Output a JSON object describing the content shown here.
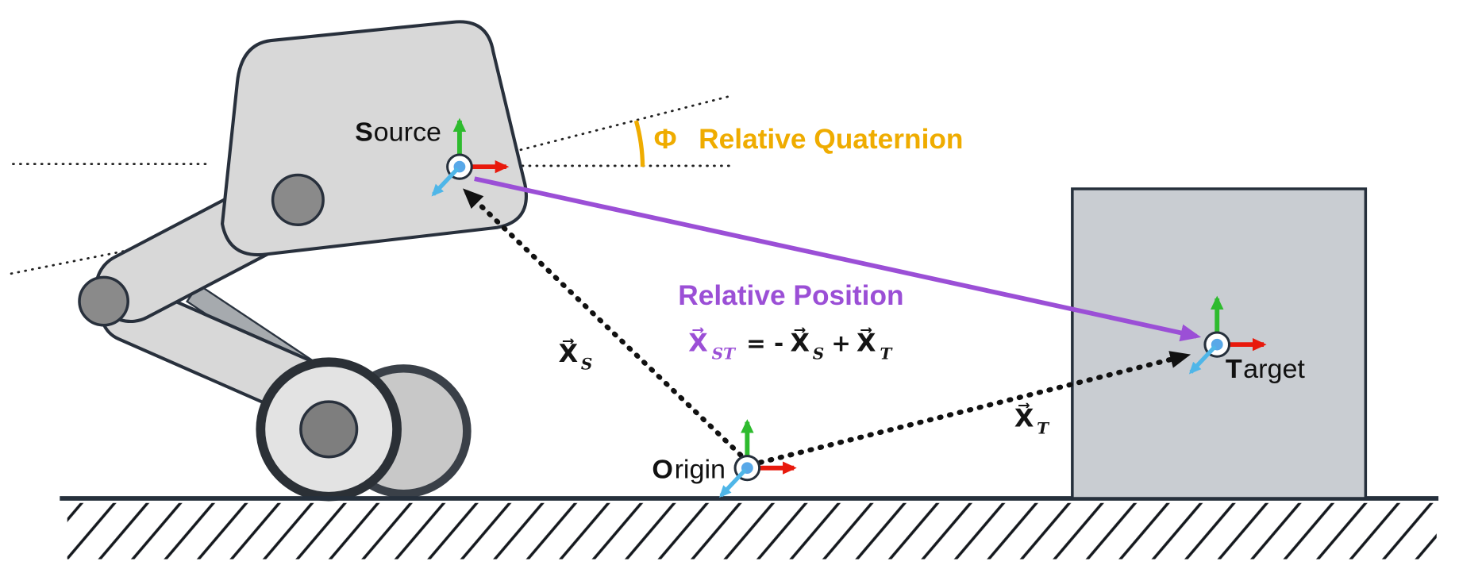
{
  "background": "#ffffff",
  "colors": {
    "axis_green": "#2EBB2E",
    "axis_red": "#E8190C",
    "axis_cyan": "#4FB6E8",
    "frame_dot_blue": "#59A8E8",
    "relative_position_purple": "#9B4FD6",
    "quaternion_gold": "#EFAC00",
    "outline_dark": "#26303C",
    "robot_gray": "#D8D8D8",
    "joint_gray": "#8A8A8A",
    "target_box_gray": "#C9CDD2",
    "ink": "#151515"
  },
  "frames": {
    "source": {
      "initial": "S",
      "rest": "ource"
    },
    "origin": {
      "initial": "O",
      "rest": "rigin"
    },
    "target": {
      "initial": "T",
      "rest": "arget"
    }
  },
  "annotations": {
    "phi": "Φ",
    "relative_quaternion": "Relative Quaternion",
    "relative_position": "Relative Position"
  },
  "equation": {
    "xst_base": "X⃗",
    "xst_sub": "ST",
    "op_equals_minus": "= -",
    "xs_base": "X⃗",
    "xs_sub": "S",
    "op_plus": "+",
    "xt_base": "X⃗",
    "xt_sub": "T"
  },
  "vector_labels": {
    "xs_base": "X⃗",
    "xs_sub": "S",
    "xt_base": "X⃗",
    "xt_sub": "T"
  }
}
